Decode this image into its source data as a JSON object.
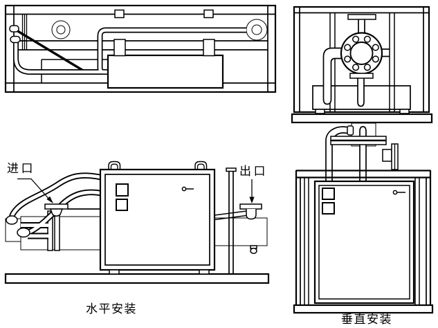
{
  "page": {
    "background": "#ffffff",
    "line_color": "#000000"
  },
  "diagram": {
    "inlet_label": "进口",
    "outlet_label": "出口",
    "horizontal_caption": "水平安装",
    "vertical_caption": "垂直安装",
    "views": [
      {
        "id": "horizontal-top-view"
      },
      {
        "id": "vertical-top-view"
      },
      {
        "id": "horizontal-side-view"
      },
      {
        "id": "vertical-side-view"
      }
    ]
  }
}
